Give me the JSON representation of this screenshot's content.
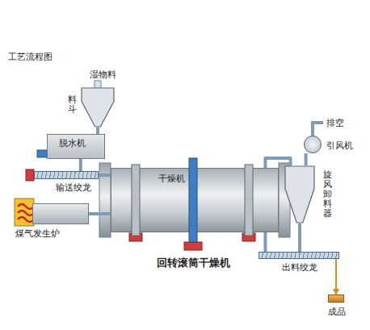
{
  "diagram": {
    "title": "工艺流程图",
    "nodes": [
      {
        "text": [
          "料斗"
        ]
      },
      {
        "text": [
          "脱水机"
        ]
      },
      {
        "text": [
          "输送绞龙"
        ]
      },
      {
        "text": [
          "煤气发生炉"
        ]
      },
      {
        "text": [
          "干燥机"
        ]
      },
      {
        "text": [
          "引风机"
        ]
      },
      {
        "text": [
          "旋风卸料器"
        ]
      },
      {
        "text": [
          "出料绞龙"
        ]
      },
      {
        "text": [
          "成品"
        ]
      }
    ],
    "edges": [
      {
        "from": 0,
        "to": 1,
        "arrow": "none"
      },
      {
        "from": 1,
        "to": 2,
        "arrow": "none"
      },
      {
        "from": 2,
        "to": 4,
        "arrow": "none"
      },
      {
        "from": 3,
        "to": 4,
        "arrow": "none"
      },
      {
        "from": 4,
        "to": 6,
        "arrow": "none"
      },
      {
        "from": 6,
        "to": 5,
        "arrow": "none"
      },
      {
        "from": 6,
        "to": 7,
        "arrow": "none"
      },
      {
        "from": 4,
        "to": 7,
        "arrow": "none"
      },
      {
        "from": 7,
        "to": 8,
        "arrow": "to"
      }
    ],
    "labels": [
      "湿物料",
      "回转滚筒干燥机",
      "排空"
    ]
  }
}
